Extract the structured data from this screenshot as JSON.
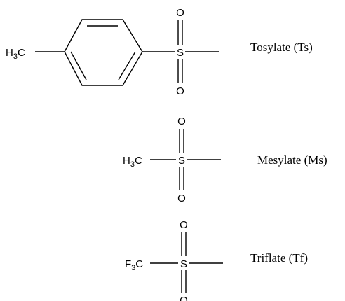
{
  "structures": [
    {
      "name_label": "Tosylate (Ts)",
      "substituent": {
        "main": "H",
        "sub": "3",
        "tail": "C"
      },
      "center_atom": "S",
      "top_atom": "O",
      "bottom_atom": "O"
    },
    {
      "name_label": "Mesylate (Ms)",
      "substituent": {
        "main": "H",
        "sub": "3",
        "tail": "C"
      },
      "center_atom": "S",
      "top_atom": "O",
      "bottom_atom": "O"
    },
    {
      "name_label": "Triflate (Tf)",
      "substituent": {
        "main": "F",
        "sub": "3",
        "tail": "C"
      },
      "center_atom": "S",
      "top_atom": "O",
      "bottom_atom": "O"
    }
  ]
}
